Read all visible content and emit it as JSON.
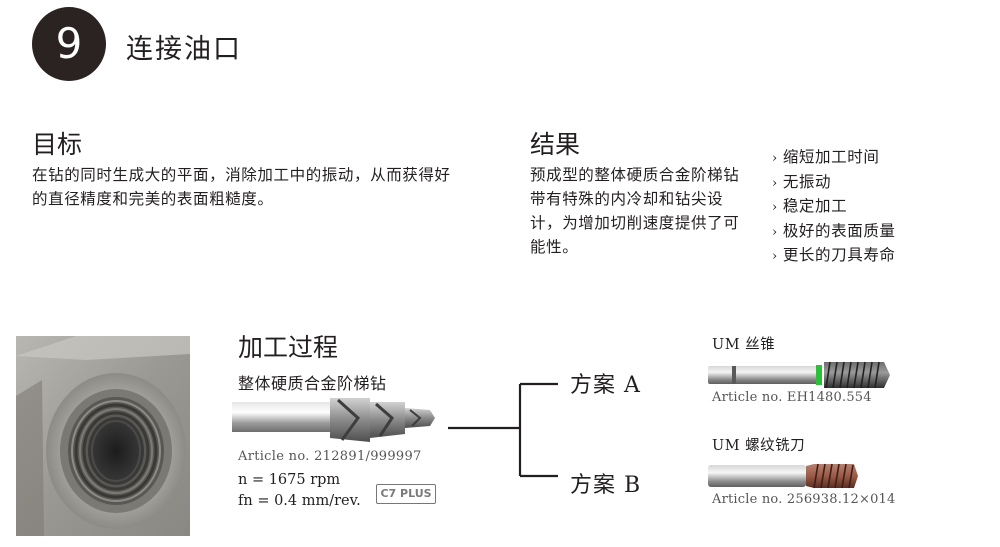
{
  "header": {
    "step_number": "9",
    "title": "连接油口"
  },
  "goal": {
    "heading": "目标",
    "lines": [
      "在钻的同时生成大的平面，消除加工中的振动，从而获得好",
      "的直径精度和完美的表面粗糙度。"
    ]
  },
  "result": {
    "heading": "结果",
    "lines": [
      "预成型的整体硬质合金阶梯钻",
      "带有特殊的内冷却和钻尖设",
      "计，为增加切削速度提供了可",
      "能性。"
    ],
    "benefit_marker": "›",
    "benefits": [
      "缩短加工时间",
      "无振动",
      "稳定加工",
      "极好的表面质量",
      "更长的刀具寿命"
    ]
  },
  "process": {
    "heading": "加工过程",
    "tool_name": "整体硬质合金阶梯钻",
    "article": "Article no. 212891/999997",
    "speed": "n = 1675 rpm",
    "feed": "fn = 0.4 mm/rev.",
    "grade_badge": "C7 PLUS"
  },
  "options": [
    {
      "label": "方案 A",
      "tool_name": "UM 丝锥",
      "article": "Article no. EH1480.554"
    },
    {
      "label": "方案 B",
      "tool_name": "UM 螺纹铣刀",
      "article": "Article no. 256938.12×014"
    }
  ],
  "colors": {
    "badge_bg": "#2a2322",
    "tap_ring": "#2bbf3a",
    "mill_coating": "#9a5a46"
  },
  "icons": [
    "port-photo",
    "step-drill-image",
    "tap-image",
    "thread-mill-image",
    "branch-bracket"
  ]
}
